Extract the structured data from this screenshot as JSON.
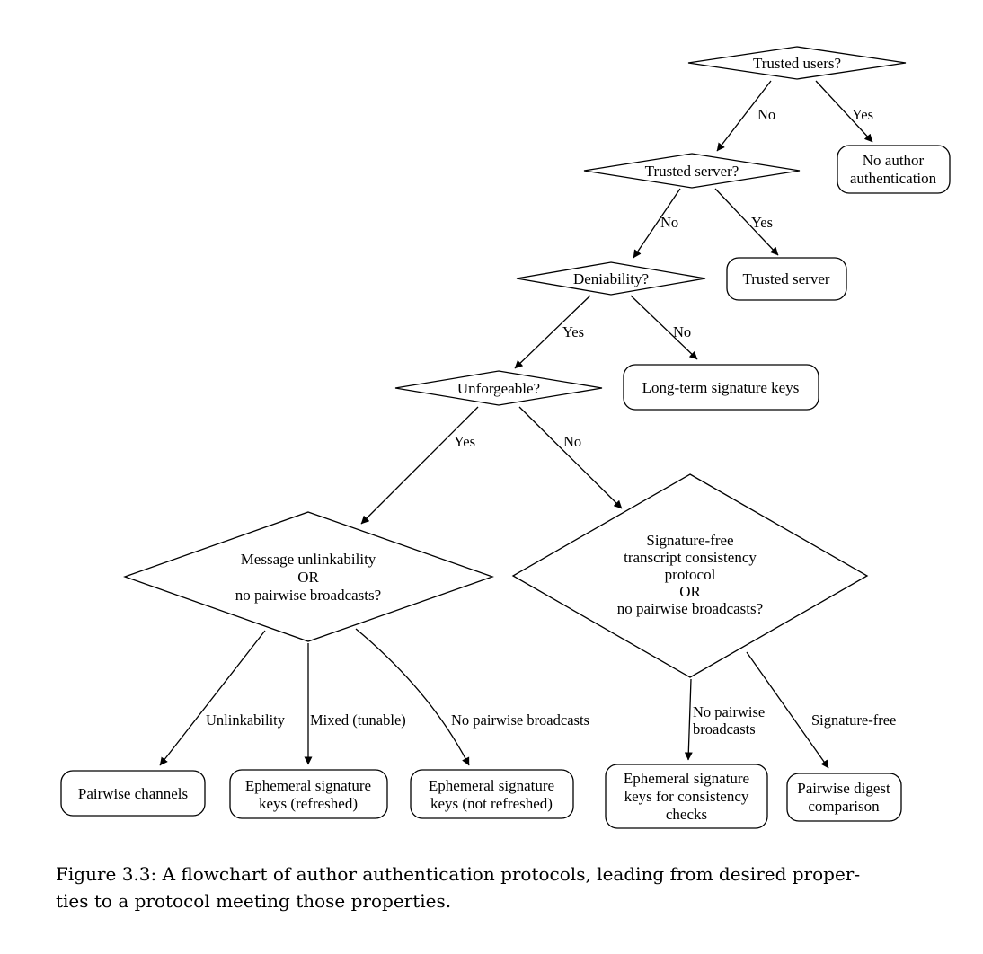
{
  "nodes": {
    "trusted_users": [
      "Trusted users?"
    ],
    "trusted_server_q": [
      "Trusted server?"
    ],
    "no_author_auth": [
      "No author",
      "authentication"
    ],
    "deniability": [
      "Deniability?"
    ],
    "trusted_server_box": [
      "Trusted server"
    ],
    "unforgeable": [
      "Unforgeable?"
    ],
    "long_term_keys": [
      "Long-term signature keys"
    ],
    "unlinkability_q": [
      "Message unlinkability",
      "OR",
      "no pairwise broadcasts?"
    ],
    "sigfree_q": [
      "Signature-free",
      "transcript consistency",
      "protocol",
      "OR",
      "no pairwise broadcasts?"
    ],
    "pairwise_channels": [
      "Pairwise channels"
    ],
    "eph_refreshed": [
      "Ephemeral signature",
      "keys (refreshed)"
    ],
    "eph_not_refreshed": [
      "Ephemeral signature",
      "keys (not refreshed)"
    ],
    "eph_consistency": [
      "Ephemeral signature",
      "keys for consistency",
      "checks"
    ],
    "pairwise_digest": [
      "Pairwise digest",
      "comparison"
    ]
  },
  "edges": {
    "tu_no": [
      "No"
    ],
    "tu_yes": [
      "Yes"
    ],
    "ts_no": [
      "No"
    ],
    "ts_yes": [
      "Yes"
    ],
    "den_yes": [
      "Yes"
    ],
    "den_no": [
      "No"
    ],
    "unf_yes": [
      "Yes"
    ],
    "unf_no": [
      "No"
    ],
    "unl_unlinkability": [
      "Unlinkability"
    ],
    "unl_mixed": [
      "Mixed (tunable)"
    ],
    "unl_nopairwise": [
      "No pairwise broadcasts"
    ],
    "sf_nopairwise": [
      "No pairwise",
      "broadcasts"
    ],
    "sf_sigfree": [
      "Signature-free"
    ]
  },
  "caption": {
    "line1": "Figure 3.3: A flowchart of author authentication protocols, leading from desired proper-",
    "line2": "ties to a protocol meeting those properties."
  }
}
